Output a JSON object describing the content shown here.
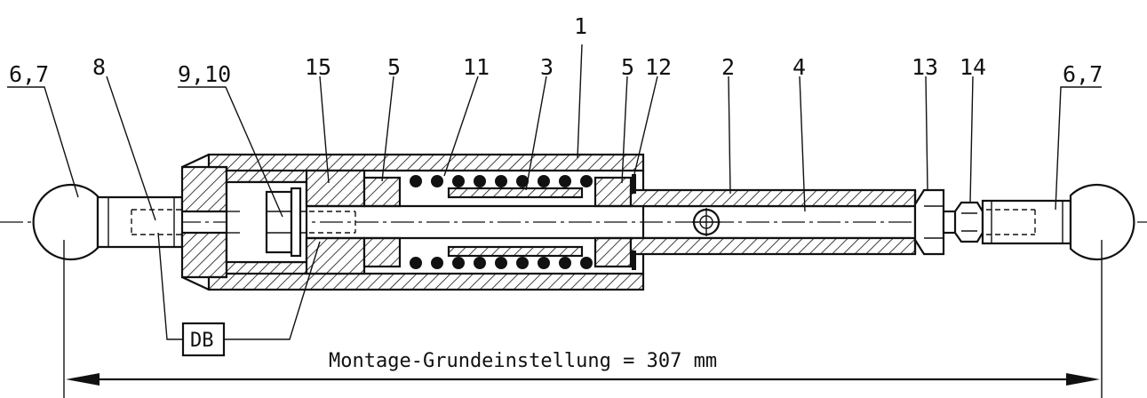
{
  "labels": {
    "l1": "1",
    "l2": "2",
    "l3": "3",
    "l4": "4",
    "l5a": "5",
    "l5b": "5",
    "l67a": "6,7",
    "l67b": "6,7",
    "l8": "8",
    "l910": "9,10",
    "l11": "11",
    "l12": "12",
    "l13": "13",
    "l14": "14",
    "l15": "15",
    "db": "DB"
  },
  "dimension": {
    "text": "Montage-Grundeinstellung = 307 mm"
  }
}
